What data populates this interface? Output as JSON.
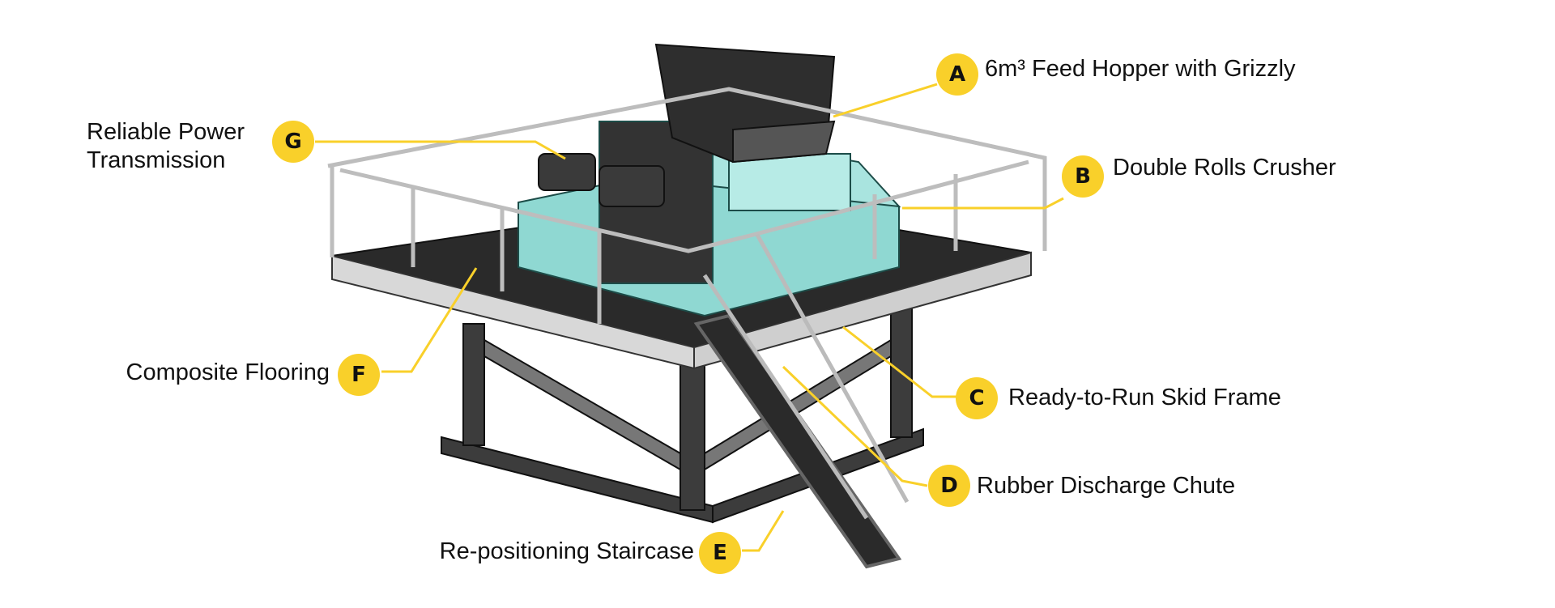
{
  "colors": {
    "accent": "#f9d02a",
    "crusher": "#8fd8d2",
    "steel": "#3a3a3a",
    "rail": "#d9d9d9"
  },
  "callouts": [
    {
      "letter": "A",
      "label": "6m³ Feed Hopper with Grizzly"
    },
    {
      "letter": "B",
      "label": "Double Rolls Crusher"
    },
    {
      "letter": "C",
      "label": "Ready-to-Run Skid Frame"
    },
    {
      "letter": "D",
      "label": "Rubber Discharge Chute"
    },
    {
      "letter": "E",
      "label": "Re-positioning Staircase"
    },
    {
      "letter": "F",
      "label": "Composite Flooring"
    },
    {
      "letter": "G",
      "label": "Reliable Power Transmission"
    }
  ]
}
